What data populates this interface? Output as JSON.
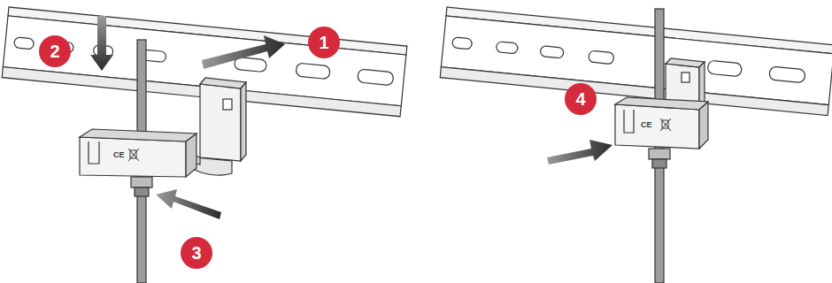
{
  "diagram": {
    "labels": [
      "1",
      "2",
      "3",
      "4",
      "CE",
      "CE"
    ]
  }
}
